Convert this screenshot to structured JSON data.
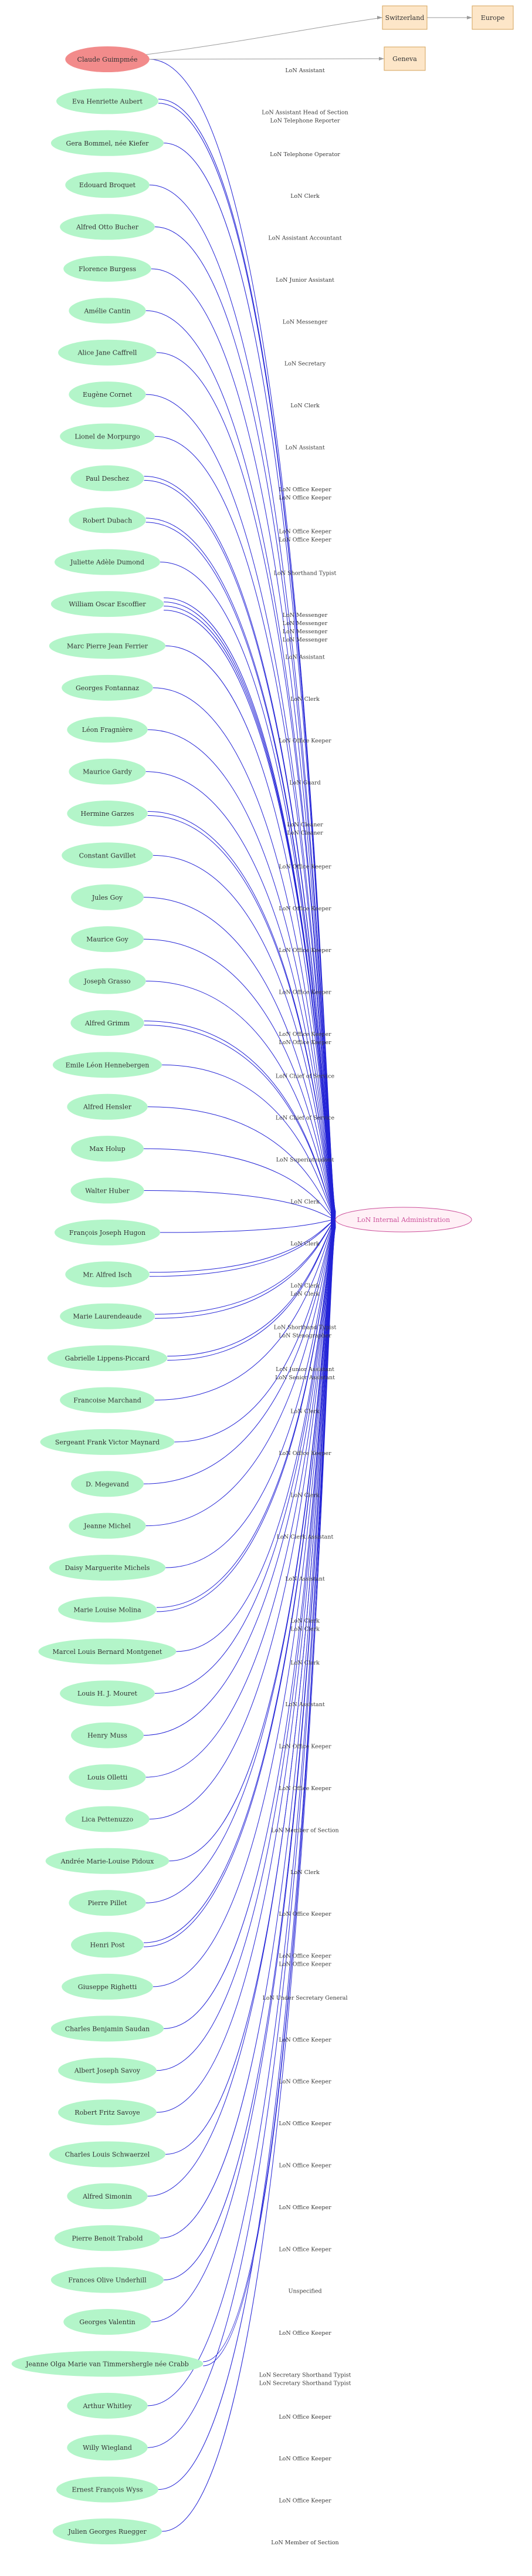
{
  "colors": {
    "person_fill": "#b3f5c9",
    "focus_fill": "#f28b8b",
    "org_fill": "#fde6c8",
    "org_stroke": "#d4a35a",
    "target_fill": "#fff0f6",
    "target_stroke": "#cc4f9a",
    "edge_main": "#2323d6",
    "edge_gray": "#9a9a9a",
    "target_text": "#cc4f9a"
  },
  "places": [
    {
      "id": "switzerland",
      "label": "Switzerland"
    },
    {
      "id": "geneva",
      "label": "Geneva"
    },
    {
      "id": "europe",
      "label": "Europe"
    }
  ],
  "target": {
    "id": "lon",
    "label": "LoN Internal Administration"
  },
  "persons": [
    {
      "name": "Claude Guimpmée",
      "focus": true,
      "roles": [
        "LoN Assistant"
      ]
    },
    {
      "name": "Eva Henriette Aubert",
      "roles": [
        "LoN Assistant Head of Section",
        "LoN Telephone Reporter"
      ]
    },
    {
      "name": "Gera Bommel, née Kiefer",
      "roles": [
        "LoN Telephone Operator"
      ]
    },
    {
      "name": "Edouard Broquet",
      "roles": [
        "LoN Clerk"
      ]
    },
    {
      "name": "Alfred Otto Bucher",
      "roles": [
        "LoN Assistant Accountant"
      ]
    },
    {
      "name": "Florence Burgess",
      "roles": [
        "LoN Junior Assistant"
      ]
    },
    {
      "name": "Amélie Cantin",
      "roles": [
        "LoN Messenger"
      ]
    },
    {
      "name": "Alice Jane Caffrell",
      "roles": [
        "LoN Secretary"
      ]
    },
    {
      "name": "Eugène Cornet",
      "roles": [
        "LoN Clerk"
      ]
    },
    {
      "name": "Lionel de Morpurgo",
      "roles": [
        "LoN Assistant"
      ]
    },
    {
      "name": "Paul Deschez",
      "roles": [
        "LoN Office Keeper",
        "LoN Office Keeper"
      ]
    },
    {
      "name": "Robert Dubach",
      "roles": [
        "LoN Office Keeper",
        "LoN Office Keeper"
      ]
    },
    {
      "name": "Juliette Adèle Dumond",
      "roles": [
        "LoN Shorthand Typist"
      ]
    },
    {
      "name": "William Oscar Escoffier",
      "roles": [
        "LoN Messenger",
        "LoN Messenger",
        "LoN Messenger",
        "LoN Messenger"
      ]
    },
    {
      "name": "Marc Pierre Jean Ferrier",
      "roles": [
        "LoN Assistant"
      ]
    },
    {
      "name": "Georges Fontannaz",
      "roles": [
        "LoN Clerk"
      ]
    },
    {
      "name": "Léon Fragnière",
      "roles": [
        "LoN Office Keeper"
      ]
    },
    {
      "name": "Maurice Gardy",
      "roles": [
        "LoN Guard"
      ]
    },
    {
      "name": "Hermine Garzes",
      "roles": [
        "LoN Cleaner",
        "LoN Cleaner"
      ]
    },
    {
      "name": "Constant Gavillet",
      "roles": [
        "LoN Office Keeper"
      ]
    },
    {
      "name": "Jules Goy",
      "roles": [
        "LoN Office Keeper"
      ]
    },
    {
      "name": "Maurice Goy",
      "roles": [
        "LoN Office Keeper"
      ]
    },
    {
      "name": "Joseph Grasso",
      "roles": [
        "LoN Office Keeper"
      ]
    },
    {
      "name": "Alfred Grimm",
      "roles": [
        "LoN Office Keeper",
        "LoN Office Keeper"
      ]
    },
    {
      "name": "Emile Léon Hennebergen",
      "roles": [
        "LoN Chief of Service"
      ]
    },
    {
      "name": "Alfred Hensler",
      "roles": [
        "LoN Chief of Service"
      ]
    },
    {
      "name": "Max Holup",
      "roles": [
        "LoN Superintendent"
      ]
    },
    {
      "name": "Walter Huber",
      "roles": [
        "LoN Clerk"
      ]
    },
    {
      "name": "François Joseph Hugon",
      "roles": [
        "LoN Clerk"
      ]
    },
    {
      "name": "Mr. Alfred Isch",
      "roles": [
        "LoN Clerk",
        "LoN Clerk"
      ]
    },
    {
      "name": "Marie Laurendeaude",
      "roles": [
        "LoN Shorthand Typist",
        "LoN Stenographer"
      ]
    },
    {
      "name": "Gabrielle Lippens-Piccard",
      "roles": [
        "LoN Junior Assistant",
        "LoN Senior Assistant"
      ]
    },
    {
      "name": "Francoise Marchand",
      "roles": [
        "LoN Clerk"
      ]
    },
    {
      "name": "Sergeant Frank Victor Maynard",
      "roles": [
        "LoN Office Keeper"
      ]
    },
    {
      "name": "D. Megevand",
      "roles": [
        "LoN Clerk"
      ]
    },
    {
      "name": "Jeanne Michel",
      "roles": [
        "LoN Clerk Assistant"
      ]
    },
    {
      "name": "Daisy Marguerite Michels",
      "roles": [
        "LoN Assistant"
      ]
    },
    {
      "name": "Marie Louise Molina",
      "roles": [
        "LoN Clerk",
        "LoN Clerk"
      ]
    },
    {
      "name": "Marcel Louis Bernard Montgenet",
      "roles": [
        "LoN Clerk"
      ]
    },
    {
      "name": "Louis H. J. Mouret",
      "roles": [
        "LoN Assistant"
      ]
    },
    {
      "name": "Henry Muss",
      "roles": [
        "LoN Office Keeper"
      ]
    },
    {
      "name": "Louis Olletti",
      "roles": [
        "LoN Office Keeper"
      ]
    },
    {
      "name": "Lica Pettenuzzo",
      "roles": [
        "LoN Member of Section"
      ]
    },
    {
      "name": "Andrée Marie-Louise Pidoux",
      "roles": [
        "LoN Clerk"
      ]
    },
    {
      "name": "Pierre Pillet",
      "roles": [
        "LoN Office Keeper"
      ]
    },
    {
      "name": "Henri Post",
      "roles": [
        "LoN Office Keeper",
        "LoN Office Keeper"
      ]
    },
    {
      "name": "Giuseppe Righetti",
      "roles": [
        "LoN Under Secretary General"
      ]
    },
    {
      "name": "Charles Benjamin Saudan",
      "roles": [
        "LoN Office Keeper"
      ]
    },
    {
      "name": "Albert Joseph Savoy",
      "roles": [
        "LoN Office Keeper"
      ]
    },
    {
      "name": "Robert Fritz Savoye",
      "roles": [
        "LoN Office Keeper"
      ]
    },
    {
      "name": "Charles Louis Schwaerzel",
      "roles": [
        "LoN Office Keeper"
      ]
    },
    {
      "name": "Alfred Simonin",
      "roles": [
        "LoN Office Keeper"
      ]
    },
    {
      "name": "Pierre Benoit Trabold",
      "roles": [
        "LoN Office Keeper"
      ]
    },
    {
      "name": "Frances Olive Underhill",
      "roles": [
        "Unspecified"
      ]
    },
    {
      "name": "Georges Valentin",
      "roles": [
        "LoN Office Keeper"
      ]
    },
    {
      "name": "Jeanne Olga Marie van Timmershergle née Crabb",
      "roles": [
        "LoN Secretary Shorthand Typist",
        "LoN Secretary Shorthand Typist"
      ]
    },
    {
      "name": "Arthur Whitley",
      "roles": [
        "LoN Office Keeper"
      ]
    },
    {
      "name": "Willy Wiegland",
      "roles": [
        "LoN Office Keeper"
      ]
    },
    {
      "name": "Ernest François Wyss",
      "roles": [
        "LoN Office Keeper"
      ]
    },
    {
      "name": "Julien Georges Ruegger",
      "roles": [
        "LoN Member of Section"
      ]
    }
  ]
}
